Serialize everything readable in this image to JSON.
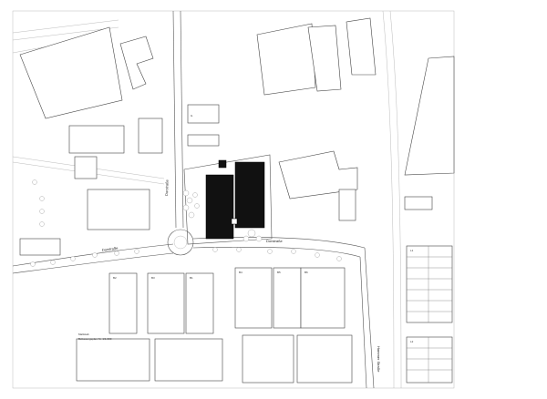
{
  "plan": {
    "street_labels": [
      "Dorstraße",
      "Dorstraße",
      "Dorstraße",
      "Hammer Straße"
    ],
    "building_labels": [
      "G",
      "B2",
      "B3",
      "B1",
      "B4",
      "B5",
      "B6",
      "L1",
      "L2"
    ],
    "note_line1": "Maßstab",
    "note_line2": "Bebauungsplan Nr. 1/1.000"
  }
}
